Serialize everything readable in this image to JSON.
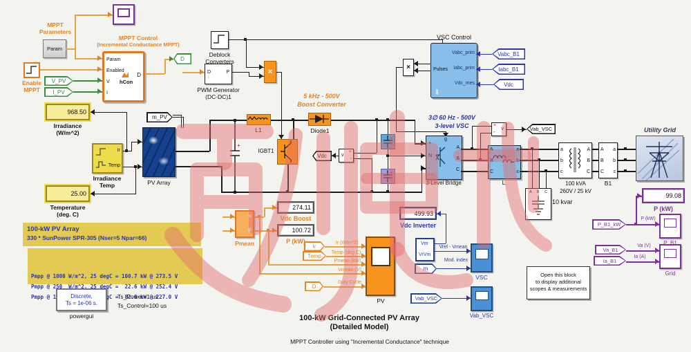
{
  "colors": {
    "orange": "#E8821E",
    "blue_block": "#87BEEA",
    "blue_text": "#2a35b0",
    "purple": "#7D2F9E",
    "green": "#3A8F3A",
    "yellow_note": "#E3CA52",
    "watermark": "#E26A6A"
  },
  "mppt": {
    "params_l1": "MPPT",
    "params_l2": "Parameters",
    "param_block": "Param",
    "title_l1": "MPPT Control",
    "title_l2": "(Incremental Conductance MPPT)",
    "port_param": "Param",
    "port_enabled": "Enabled",
    "port_v": "V",
    "port_i": "I",
    "port_d": "D",
    "fcn": "hCon",
    "enable_l1": "Enable",
    "enable_l2": "MPPT",
    "tag_vpv": "V_PV",
    "tag_ipv": "I_PV",
    "tag_d": "D"
  },
  "inputs": {
    "irr_value": "968.50",
    "irr_l1": "Irradiance",
    "irr_l2": "(W/m^2)",
    "src_port_ir": "Ir",
    "src_port_temp": "Temp",
    "src_l1": "Irradiance",
    "src_l2": "Temp",
    "temp_value": "25.00",
    "temp_l1": "Temperature",
    "temp_l2": "(deg. C)",
    "pv_label": "PV Array",
    "tag_mpv": "m_PV"
  },
  "notes": {
    "l1": "100-kW  PV Array",
    "l2": "330 * SunPower SPR-305  (Nser=5 Npar=66)",
    "p1": "Pmpp @ 1000 W/m^2, 25 degC = 100.7 kW @ 273.5 V",
    "p2": "Pmpp @ 250  W/m^2, 25 degC =  22.6 kW @ 252.4 V",
    "p3": "Pmpp @ 1000 W/m^2, 75 degC =  82.0 kW @ 227.0 V"
  },
  "powergui": {
    "l1": "Discrete,",
    "l2": "Ts = 1e-06 s.",
    "label": "powergui",
    "s1": "Ts_Power=1 us",
    "s2": "Ts_Control=100 us"
  },
  "boost": {
    "deblock_l1": "Deblock",
    "deblock_l2": "Converters",
    "pwm_l1": "PWM Generator",
    "pwm_l2": "(DC-DC)1",
    "pwm_d": "D",
    "pwm_p": "P",
    "mult": "×",
    "title_l1": "5 kHz - 500V",
    "title_l2": "Boost Converter",
    "l1": "L1",
    "diode": "Diode1",
    "igbt": "IGBT1",
    "tag_vdc": "Vdc",
    "vm_plus": "+",
    "vm_minus": "-",
    "vm_v": "v"
  },
  "meas_boost": {
    "vdc_value": "274.11",
    "vdc_label": "Vdc Boost",
    "p_value": "100.72",
    "p_label": "P (kW)",
    "pmean": "Pmean",
    "pv": "V",
    "pp": "P"
  },
  "pv_scope": {
    "tag_ir": "Ir",
    "tag_temp": "Temp",
    "tag_d": "D",
    "sig_ir": "Ir (W/m^2)",
    "sig_temp": "Temp (deg C)",
    "sig_pmean": "Pmean (kW)",
    "sig_vmean": "Vmean (V)",
    "sig_duty": "Duty Cycle",
    "label": "PV"
  },
  "vsc": {
    "title": "VSC Control",
    "pulses": "Pulses",
    "vabc": "Vabc_prim",
    "iabc": "Iabc_prim",
    "vdcm": "Vdc_mes",
    "tag_vabc": "Vabc_B1",
    "tag_iabc": "Iabc_B1",
    "tag_vdc": "Vdc",
    "mult": "×"
  },
  "inv": {
    "title_l1": "3∅ 60 Hz - 500V",
    "title_l2": "3-level VSC",
    "bridge": "3-Level Bridge",
    "bp_plus": "+",
    "bp_n": "N",
    "bp_minus": "-",
    "bp_g": "g",
    "bp_a": "A",
    "bp_b": "B",
    "bp_c": "C",
    "l_label": "L",
    "l_a": "A",
    "l_b": "B",
    "l_c": "C",
    "l_a2": "a",
    "l_b2": "b",
    "l_c2": "c",
    "vm_plus": "+",
    "vm_minus": "-",
    "vm_v": "v",
    "tag_vab": "Vab_VSC"
  },
  "grid": {
    "tr_l1": "100 kVA",
    "tr_l2": "260V / 25 kV",
    "tr_a": "a",
    "tr_b": "b",
    "tr_c": "c",
    "tr_a2": "A",
    "tr_b2": "B",
    "tr_c2": "C",
    "b1": "B1",
    "b1_a": "A",
    "b1_b": "B",
    "b1_c": "C",
    "b1_a2": "a",
    "b1_b2": "b",
    "b1_c2": "c",
    "utility": "Utility Grid",
    "kvar": "10 kvar",
    "kvar_ports": "A B C"
  },
  "meas_grid": {
    "p_value": "99.08",
    "p_label": "P (kW)",
    "tag_p": "P_B1_kW",
    "sig_p": "P (kW)",
    "scope_p": "P_B1",
    "tag_va": "Va_B1",
    "tag_ia": "Ia_B1",
    "sig_va": "Va (V)",
    "sig_ia": "Ia (A)",
    "scope_grid": "Grid",
    "note_l1": "Open this block",
    "note_l2": "to display additional",
    "note_l3": "scopes & measurements"
  },
  "invm": {
    "vdc_value": "499.93",
    "vdc_label": "Vdc Inverter",
    "vm_l1": "Vm",
    "vm_l2": "VrVm",
    "sig_vref": "Vref - Vmean",
    "tag_m": "m",
    "sig_mod": "Mod. index",
    "scope_vsc": "VSC",
    "tag_vab": "Vab_VSC",
    "scope_vab": "Vab_VSC"
  },
  "titles": {
    "l1": "100-kW Grid-Connected PV Array",
    "l2": "(Detailed Model)",
    "sub": "MPPT Controller using \"Incremental Conductance\" technique"
  }
}
